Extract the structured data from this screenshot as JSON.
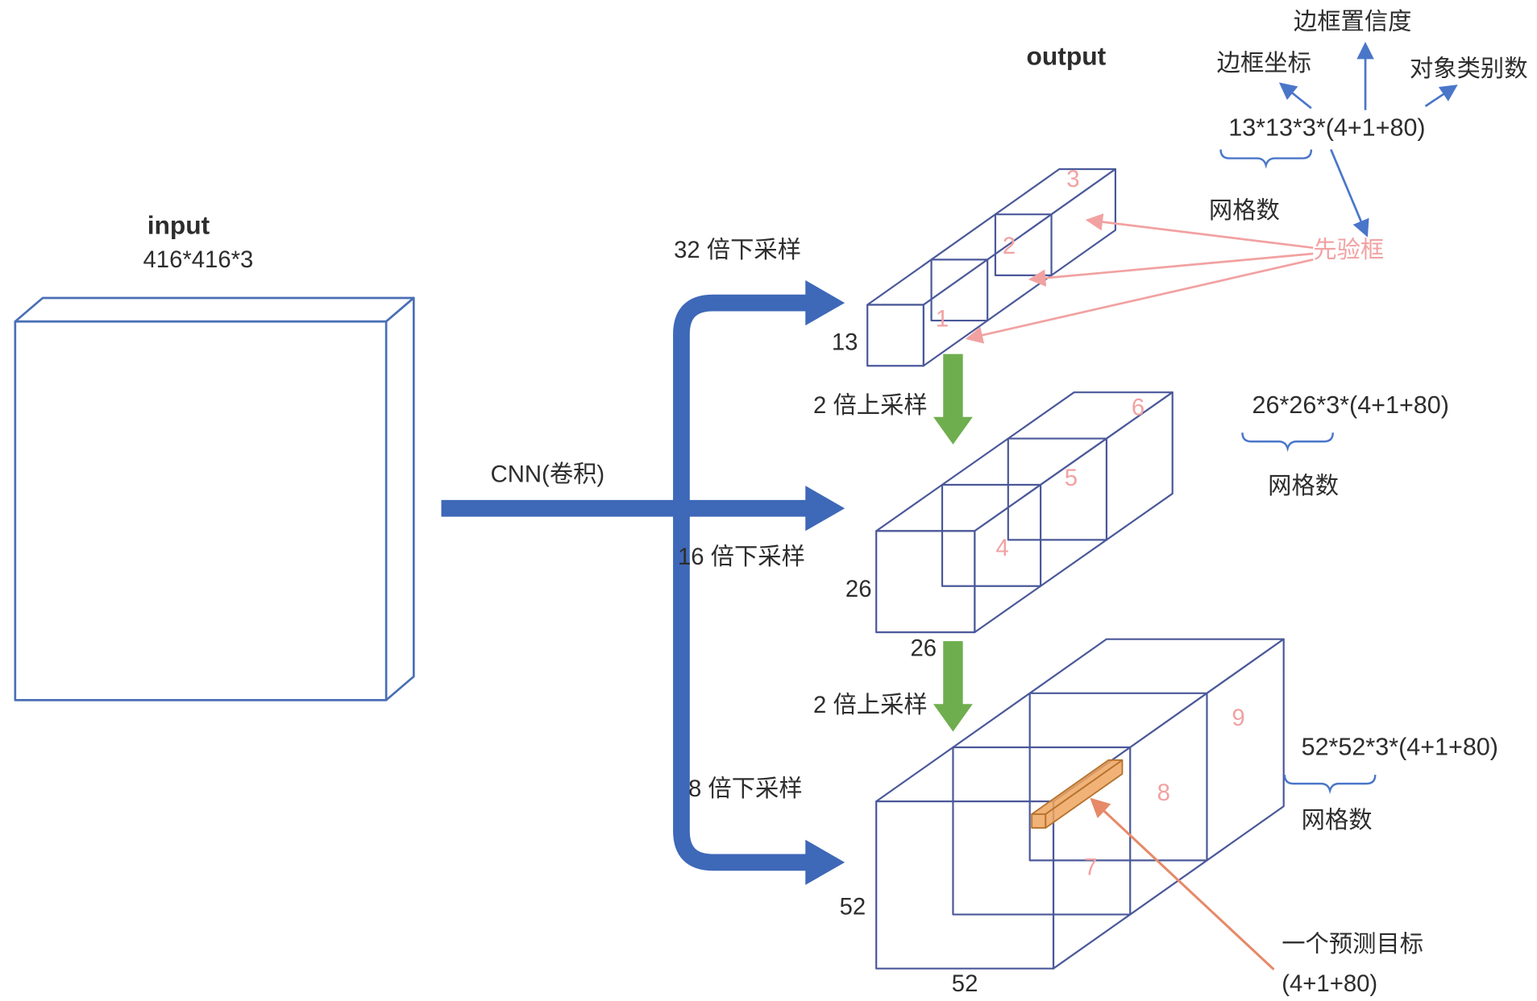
{
  "colors": {
    "arrow_blue": "#3e68b8",
    "box_outline": "#4a5899",
    "annotation_blue": "#4a76c9",
    "pink": "#f2a1a1",
    "green": "#6fae4e",
    "orange_fill": "#eda55e",
    "orange_arrow": "#e68a68",
    "text": "#2d2d2d"
  },
  "input": {
    "label": "input",
    "dims": "416*416*3"
  },
  "cnn": {
    "label": "CNN(卷积)"
  },
  "flows": {
    "down32": "32 倍下采样",
    "up2_top": "2 倍上采样",
    "down16": "16 倍下采样",
    "up2_bottom": "2 倍上采样",
    "down8": "8 倍下采样"
  },
  "output": {
    "label": "output"
  },
  "scales": [
    {
      "grid_left": "13",
      "cells": [
        "1",
        "2",
        "3"
      ],
      "formula": "13*13*3*(4+1+80)",
      "grid_caption": "网格数"
    },
    {
      "grid_left": "26",
      "grid_bottom": "26",
      "cells": [
        "4",
        "5",
        "6"
      ],
      "formula": "26*26*3*(4+1+80)",
      "grid_caption": "网格数"
    },
    {
      "grid_left": "52",
      "grid_bottom": "52",
      "cells": [
        "7",
        "8",
        "9"
      ],
      "formula": "52*52*3*(4+1+80)",
      "grid_caption": "网格数"
    }
  ],
  "legend": {
    "bbox_confidence": "边框置信度",
    "bbox_coords": "边框坐标",
    "class_count": "对象类别数",
    "prior_box": "先验框"
  },
  "prediction": {
    "line1": "一个预测目标",
    "line2": "(4+1+80)"
  }
}
